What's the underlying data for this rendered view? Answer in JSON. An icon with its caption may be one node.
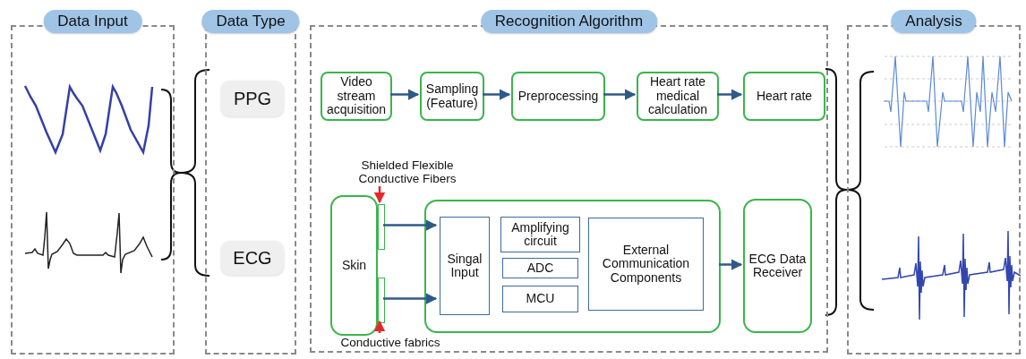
{
  "diagram": {
    "nodes": [
      {
        "text": [
          "Data Input"
        ]
      },
      {
        "text": [
          "Data Type"
        ]
      },
      {
        "text": [
          "Recognition Algorithm"
        ]
      },
      {
        "text": [
          "Analysis"
        ]
      },
      {
        "text": [
          "PPG"
        ],
        "in": 1
      },
      {
        "text": [
          "ECG"
        ],
        "in": 1
      },
      {
        "text": [
          "Video stream acquisition"
        ],
        "in": 2
      },
      {
        "text": [
          "Sampling (Feature)"
        ],
        "in": 2
      },
      {
        "text": [
          "Preprocessing"
        ],
        "in": 2
      },
      {
        "text": [
          "Heart rate medical calculation"
        ],
        "in": 2
      },
      {
        "text": [
          "Heart rate"
        ],
        "in": 2
      },
      {
        "text": [
          "Skin"
        ],
        "in": 2
      },
      {
        "text": [],
        "shape": "bar",
        "in": 2
      },
      {
        "text": [],
        "shape": "bar",
        "in": 2
      },
      {
        "text": [],
        "shape": "box",
        "in": 2
      },
      {
        "text": [
          "Singal Input"
        ],
        "in": 14
      },
      {
        "text": [
          "Amplifying circuit"
        ],
        "in": 14
      },
      {
        "text": [
          "ADC"
        ],
        "in": 14
      },
      {
        "text": [
          "MCU"
        ],
        "in": 14
      },
      {
        "text": [
          "External Communication Components"
        ],
        "in": 14
      },
      {
        "text": [
          "ECG Data Receiver"
        ],
        "in": 2
      },
      {
        "text": [
          "Shielded Flexible Conductive Fibers"
        ],
        "in": 2
      },
      {
        "text": [
          "Conductive fabrics"
        ],
        "in": 2
      }
    ],
    "edges": [
      {
        "from": 6,
        "to": 7,
        "arrow": "to"
      },
      {
        "from": 7,
        "to": 8,
        "arrow": "to"
      },
      {
        "from": 8,
        "to": 9,
        "arrow": "to"
      },
      {
        "from": 9,
        "to": 10,
        "arrow": "to"
      },
      {
        "from": 12,
        "to": 15,
        "arrow": "to"
      },
      {
        "from": 13,
        "to": 15,
        "arrow": "to"
      },
      {
        "from": 14,
        "to": 20,
        "arrow": "to"
      },
      {
        "from": 21,
        "to": 12,
        "arrow": "to",
        "color": "#e8262a"
      },
      {
        "from": 22,
        "to": 13,
        "arrow": "to",
        "color": "#e8262a"
      }
    ]
  }
}
